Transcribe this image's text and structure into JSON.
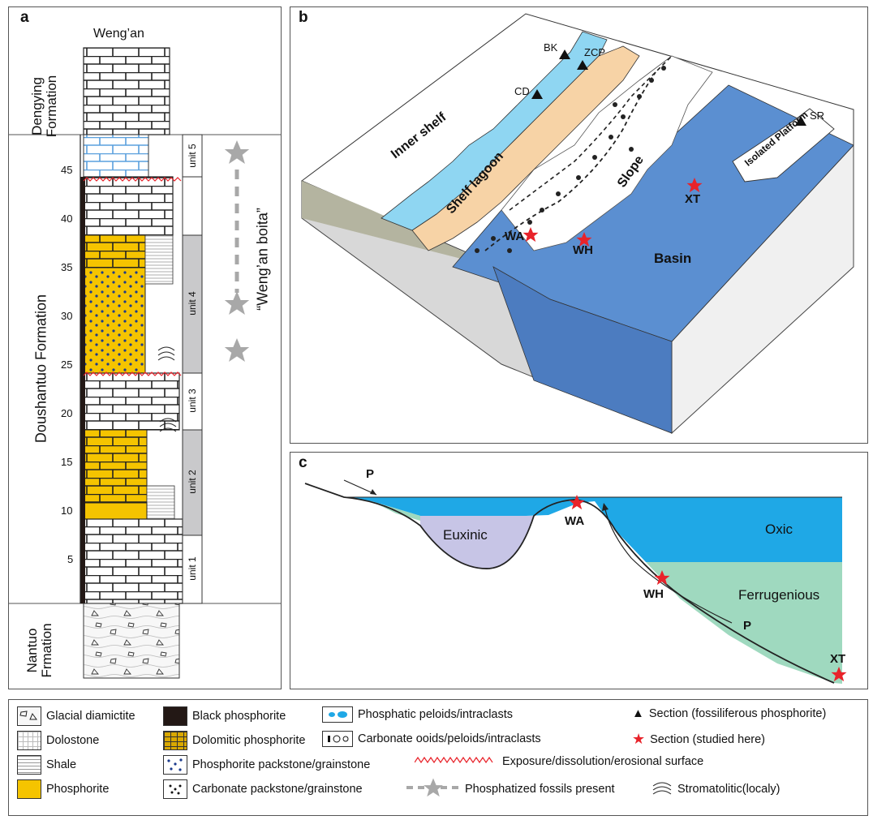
{
  "panels": {
    "a": {
      "label": "a",
      "site": "Weng’an",
      "formations": [
        "Dengying Formation",
        "Doushantuo Formation",
        "Nantuo Frmation"
      ],
      "depth_ticks": [
        "45",
        "40",
        "35",
        "30",
        "25",
        "20",
        "15",
        "10",
        "5"
      ],
      "units": [
        "unit 5",
        "unit 4",
        "unit 3",
        "unit 2",
        "unit 1"
      ],
      "biota_label": "“Weng’an boita”"
    },
    "b": {
      "label": "b",
      "zones": [
        "Inner shelf",
        "Shelf lagoon",
        "Slope",
        "Basin",
        "Isolated Platform"
      ],
      "fossil_sections": [
        "BK",
        "ZCP",
        "CD",
        "SR"
      ],
      "studied_sections": [
        "WA",
        "WH",
        "XT"
      ]
    },
    "c": {
      "label": "c",
      "water_masses": [
        "Euxinic",
        "Oxic",
        "Ferrugenious"
      ],
      "p_labels": [
        "P",
        "P"
      ],
      "stations": [
        "WA",
        "WH",
        "XT"
      ]
    }
  },
  "legend": {
    "items": [
      "Glacial diamictite",
      "Dolostone",
      "Shale",
      "Phosphorite",
      "Black phosphorite",
      "Dolomitic phosphorite",
      "Phosphatic peloids/intraclasts",
      "Carbonate ooids/peloids/intraclasts",
      "Phosphorite packstone/grainstone",
      "Carbonate packstone/grainstone",
      "Section (fossiliferous phosphorite)",
      "Section (studied here)",
      "Exposure/dissolution/erosional surface",
      "Phosphatized fossils present",
      "Stromatolitic(localy)"
    ]
  },
  "colors": {
    "phosphorite": "#f5c400",
    "black_phosphorite": "#231815",
    "oxic": "#1fa8e6",
    "ferrugenious": "#9fd9bf",
    "euxinic": "#c7c5e6",
    "lagoon": "#f7d3a6",
    "shelf_water": "#8fd6f2",
    "basin": "#5b8fd1",
    "star": "#e8232a",
    "fossil_star": "#a8a8a8"
  }
}
